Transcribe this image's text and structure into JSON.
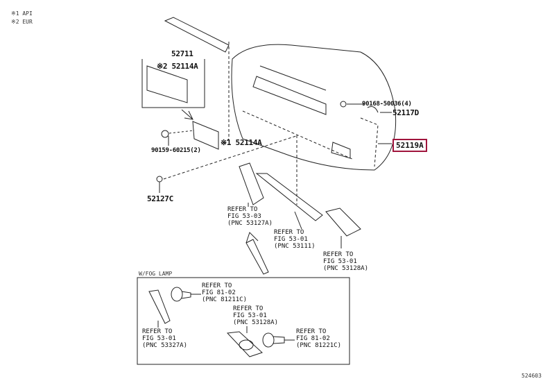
{
  "legend": {
    "note1": "※1 API",
    "note2": "※2 EUR"
  },
  "parts": {
    "p52711": "52711",
    "p52114A_eur": "※2 52114A",
    "p90159": "90159-60215(2)",
    "p52114A_api": "※1 52114A",
    "p52127C": "52127C",
    "p90168": "90168-50036(4)",
    "p52117D": "52117D",
    "p52119A": "52119A"
  },
  "refs": {
    "r1": {
      "line1": "REFER TO",
      "line2": "FIG 53-03",
      "line3": "(PNC 53127A)"
    },
    "r2": {
      "line1": "REFER TO",
      "line2": "FIG 53-01",
      "line3": "(PNC 53111)"
    },
    "r3": {
      "line1": "REFER TO",
      "line2": "FIG 53-01",
      "line3": "(PNC 53128A)"
    }
  },
  "fog_box": {
    "title": "W/FOG LAMP",
    "refs": [
      {
        "line1": "REFER TO",
        "line2": "FIG 81-02",
        "line3": "(PNC 81211C)"
      },
      {
        "line1": "REFER TO",
        "line2": "FIG 53-01",
        "line3": "(PNC 53128A)"
      },
      {
        "line1": "REFER TO",
        "line2": "FIG 53-01",
        "line3": "(PNC 53327A)"
      },
      {
        "line1": "REFER TO",
        "line2": "FIG 81-02",
        "line3": "(PNC 81221C)"
      }
    ]
  },
  "figure_id": "524603",
  "colors": {
    "highlight": "#a0143c"
  }
}
